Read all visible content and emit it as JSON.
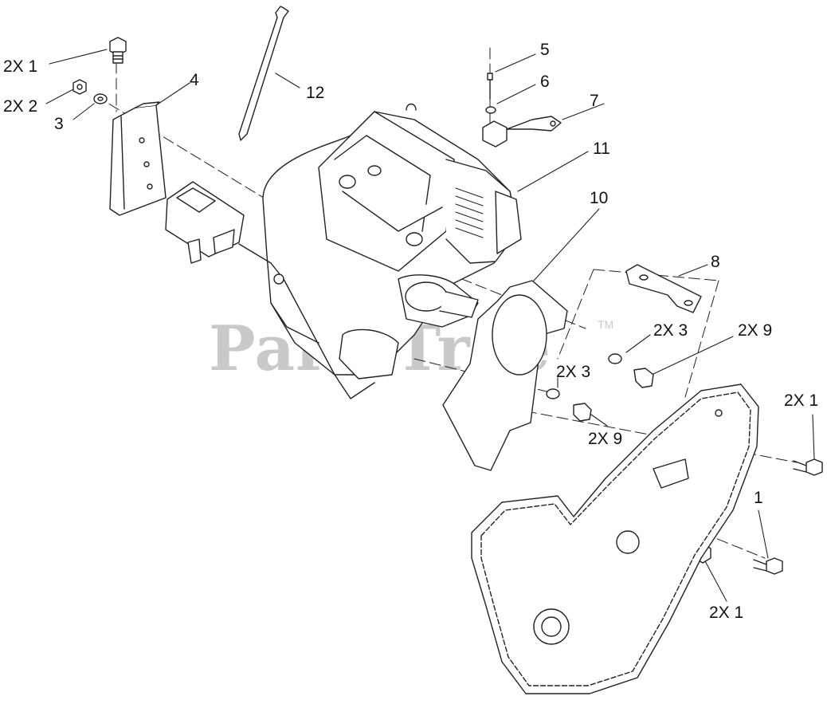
{
  "watermark": {
    "text": "PartsTree",
    "trademark": "TM"
  },
  "callouts": [
    {
      "id": "c-2x1-a",
      "text": "2X 1"
    },
    {
      "id": "c-2x2",
      "text": "2X 2"
    },
    {
      "id": "c-3",
      "text": "3"
    },
    {
      "id": "c-4",
      "text": "4"
    },
    {
      "id": "c-12",
      "text": "12"
    },
    {
      "id": "c-5",
      "text": "5"
    },
    {
      "id": "c-6",
      "text": "6"
    },
    {
      "id": "c-7",
      "text": "7"
    },
    {
      "id": "c-11",
      "text": "11"
    },
    {
      "id": "c-10",
      "text": "10"
    },
    {
      "id": "c-8",
      "text": "8"
    },
    {
      "id": "c-2x3-a",
      "text": "2X 3"
    },
    {
      "id": "c-2x9-a",
      "text": "2X 9"
    },
    {
      "id": "c-2x3-b",
      "text": "2X 3"
    },
    {
      "id": "c-2x9-b",
      "text": "2X 9"
    },
    {
      "id": "c-2x1-b",
      "text": "2X 1"
    },
    {
      "id": "c-1",
      "text": "1"
    },
    {
      "id": "c-2x1-c",
      "text": "2X 1"
    }
  ]
}
